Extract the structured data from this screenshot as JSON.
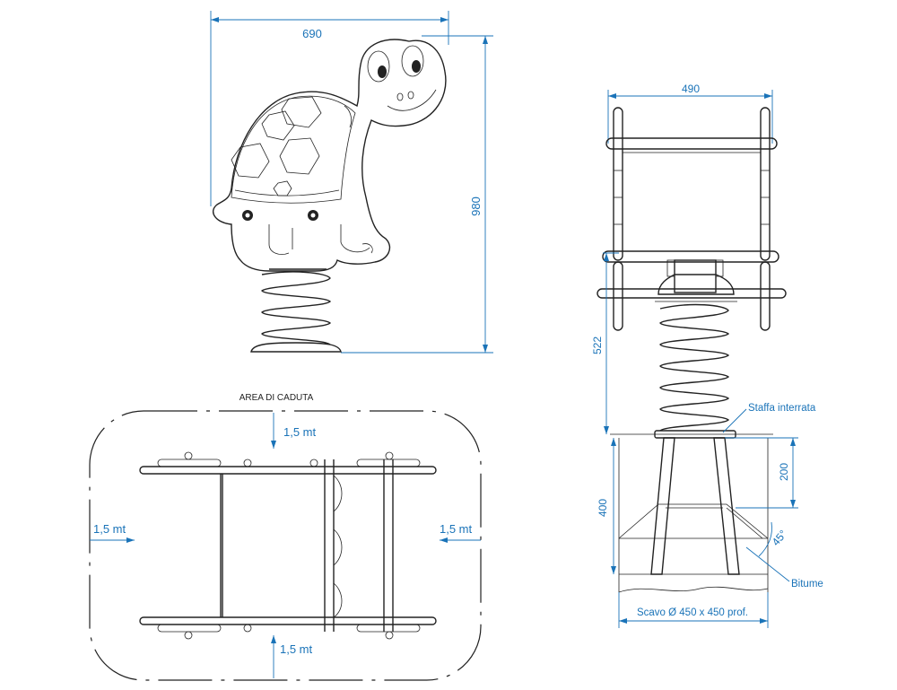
{
  "front_view": {
    "width_label": "690",
    "height_label": "980"
  },
  "side_view": {
    "width_label": "490",
    "spring_height_label": "522",
    "depth_label": "400",
    "bracket_depth_label": "200",
    "angle_label": "45°",
    "bracket_label": "Staffa interrata",
    "bitumen_label": "Bitume",
    "excavation_label": "Scavo Ø 450 x 450 prof."
  },
  "plan_view": {
    "fall_area_label": "AREA DI CADUTA",
    "top_distance_label": "1,5 mt",
    "bottom_distance_label": "1,5 mt",
    "left_distance_label": "1,5 mt",
    "right_distance_label": "1,5 mt"
  },
  "colors": {
    "dimension_blue": "#1a73b8",
    "line_dark": "#222222"
  }
}
